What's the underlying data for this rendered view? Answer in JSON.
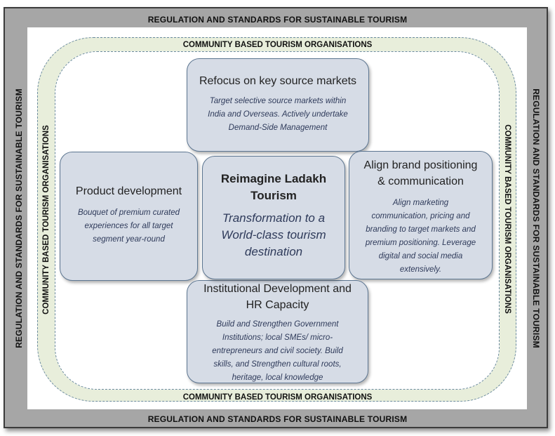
{
  "bands": {
    "regulation": {
      "top": "REGULATION AND STANDARDS FOR SUSTAINABLE TOURISM",
      "bottom": "REGULATION AND STANDARDS FOR SUSTAINABLE TOURISM",
      "left": "REGULATION AND STANDARDS  FOR SUSTAINABLE TOURISM",
      "right": "REGULATION AND STANDARDS  FOR SUSTAINABLE TOURISM"
    },
    "community": {
      "top": "COMMUNITY BASED TOURISM ORGANISATIONS",
      "bottom": "COMMUNITY BASED TOURISM ORGANISATIONS",
      "left": "COMMUNITY BASED TOURISM ORGANISATIONS",
      "right": "COMMUNITY BASED TOURISM ORGANISATIONS"
    }
  },
  "boxes": {
    "top": {
      "title": "Refocus on key source markets",
      "desc_lines": [
        "Target selective source markets  within",
        "India and  Overseas. Actively undertake",
        "Demand-Side Management"
      ]
    },
    "left": {
      "title": "Product development",
      "desc_lines": [
        "Bouquet of premium curated",
        "experiences  for all target",
        "segment year-round"
      ]
    },
    "center": {
      "title_lines": [
        "Reimagine Ladakh",
        "Tourism"
      ],
      "subtitle_lines": [
        "Transformation to a",
        "World-class tourism",
        "destination"
      ]
    },
    "right": {
      "title_lines": [
        "Align brand positioning",
        "& communication"
      ],
      "desc_lines": [
        "Align marketing",
        "communication, pricing and",
        "branding to target markets and",
        "premium positioning.  Leverage",
        "digital and social media",
        "extensively."
      ]
    },
    "bottom": {
      "title_lines": [
        "Institutional Development and",
        "HR Capacity"
      ],
      "desc_lines": [
        "Build and Strengthen  Government",
        "Institutions; local SMEs/ micro-",
        "entrepreneurs and civil society. Build",
        "skills,  and Strengthen cultural roots,",
        "heritage, local knowledge"
      ]
    }
  }
}
